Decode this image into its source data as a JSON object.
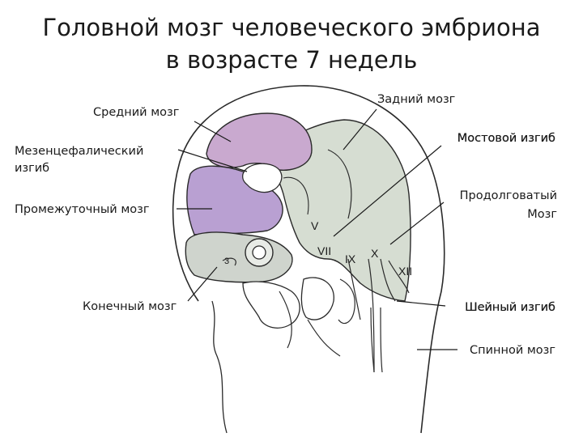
{
  "title": {
    "line1": "Головной мозг человеческого эмбриона",
    "line2": "в возрасте 7 недель"
  },
  "labels": {
    "midbrain": "Средний мозг",
    "mesencephalic_flexure_1": "Мезенцефалический",
    "mesencephalic_flexure_2": "изгиб",
    "diencephalon": "Промежуточный мозг",
    "telencephalon": "Конечный мозг",
    "hindbrain": "Задний мозг",
    "pontine_flexure": "Мостовой изгиб",
    "medulla_1": "Продолговатый",
    "medulla_2": "Мозг",
    "cervical_flexure": "Шейный изгиб",
    "spinal_cord": "Спинной мозг"
  },
  "nerves": {
    "v": "V",
    "vii": "VII",
    "ix": "IX",
    "x": "X",
    "xii": "XII",
    "eye": "3"
  },
  "colors": {
    "midbrain_fill": "#c9a9cf",
    "diencephalon_fill": "#b9a0d2",
    "hindbrain_fill": "#d6ddd2",
    "telencephalon_fill": "#cfd4cd",
    "outline": "#2a2a2a"
  }
}
